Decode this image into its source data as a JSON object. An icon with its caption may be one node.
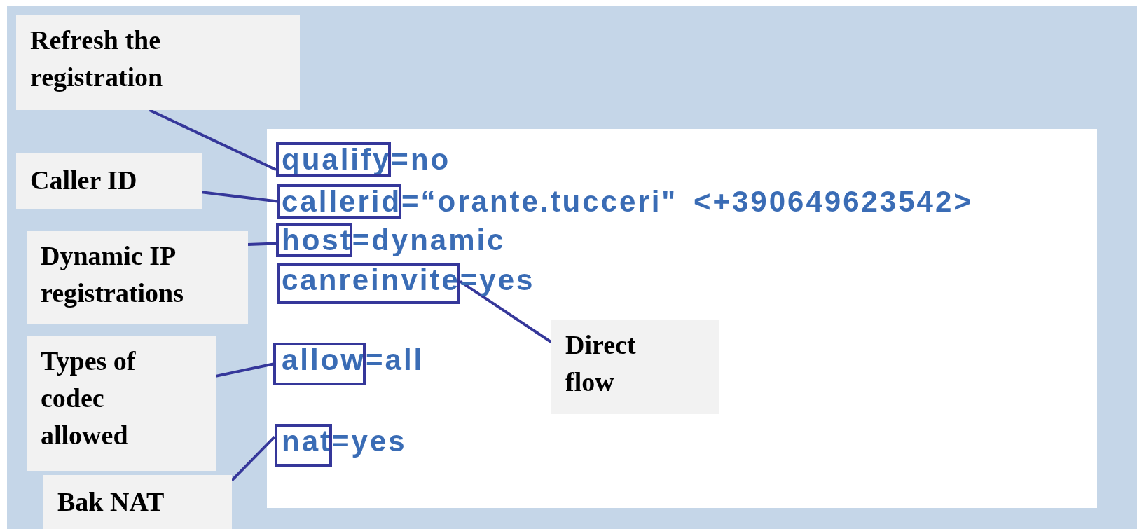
{
  "diagram": {
    "nodes": [
      {
        "text": [
          "Refresh the registration"
        ]
      },
      {
        "text": [
          "Caller ID"
        ]
      },
      {
        "text": [
          "Dynamic IP registrations"
        ]
      },
      {
        "text": [
          "Types of codec allowed"
        ]
      },
      {
        "text": [
          "Bak NAT"
        ]
      },
      {
        "text": [
          "Direct flow"
        ]
      },
      {
        "text": [],
        "shape": "box"
      },
      {
        "text": [],
        "shape": "box"
      },
      {
        "text": [],
        "shape": "box"
      },
      {
        "text": [],
        "shape": "box"
      },
      {
        "text": [],
        "shape": "box"
      },
      {
        "text": [],
        "shape": "box"
      }
    ],
    "edges": [
      {
        "from": 0,
        "to": 6,
        "arrow": "none"
      },
      {
        "from": 1,
        "to": 7,
        "arrow": "none"
      },
      {
        "from": 2,
        "to": 8,
        "arrow": "none"
      },
      {
        "from": 5,
        "to": 9,
        "arrow": "none"
      },
      {
        "from": 3,
        "to": 10,
        "arrow": "none"
      },
      {
        "from": 4,
        "to": 11,
        "arrow": "none"
      }
    ],
    "labels": [
      "qualify=no",
      "callerid=“orante.tucceri\" <+390649623542>",
      "host=dynamic",
      "canreinvite=yes",
      "allow=all",
      "nat=yes"
    ]
  }
}
